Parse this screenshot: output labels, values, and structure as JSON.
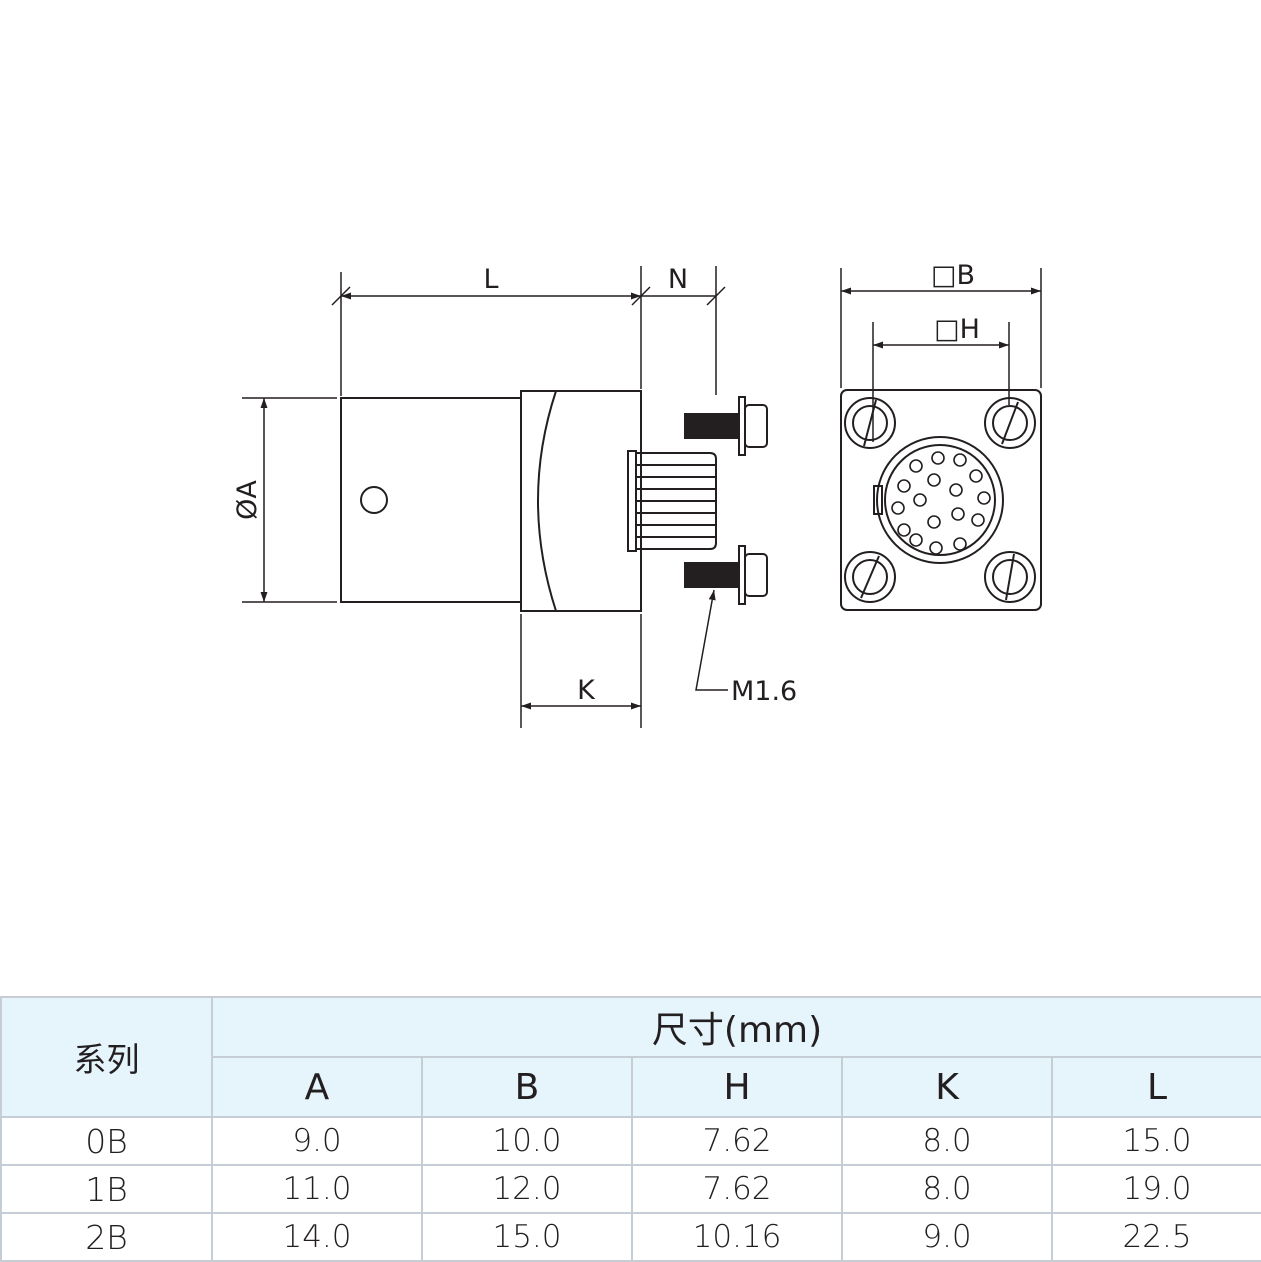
{
  "drawing": {
    "labels": {
      "L": "L",
      "N": "N",
      "diameter_A": "ØA",
      "square_B": "□B",
      "square_H": "□H",
      "K": "K",
      "thread": "M1.6"
    }
  },
  "table": {
    "series_header": "系列",
    "size_header": "尺寸(mm)",
    "columns": [
      "A",
      "B",
      "H",
      "K",
      "L"
    ],
    "rows": [
      {
        "series": "0B",
        "values": [
          "9.0",
          "10.0",
          "7.62",
          "8.0",
          "15.0"
        ]
      },
      {
        "series": "1B",
        "values": [
          "11.0",
          "12.0",
          "7.62",
          "8.0",
          "19.0"
        ]
      },
      {
        "series": "2B",
        "values": [
          "14.0",
          "15.0",
          "10.16",
          "9.0",
          "22.5"
        ]
      }
    ]
  }
}
